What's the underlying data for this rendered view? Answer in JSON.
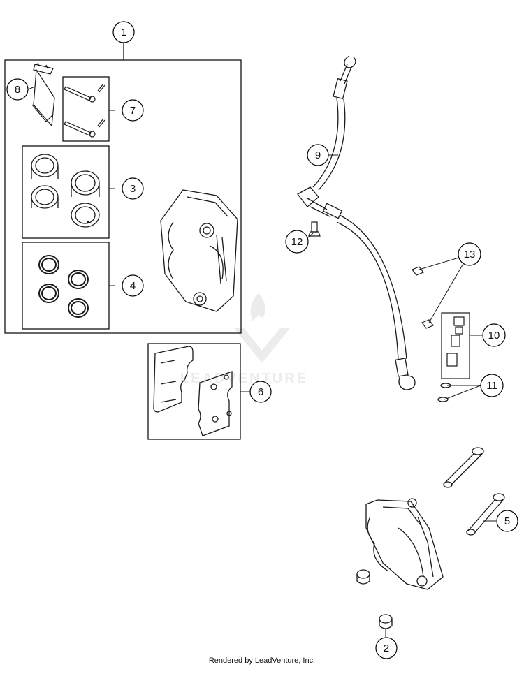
{
  "diagram": {
    "callouts": [
      "1",
      "2",
      "3",
      "4",
      "5",
      "6",
      "7",
      "8",
      "9",
      "10",
      "11",
      "12",
      "13"
    ],
    "footer": "Rendered by LeadVenture, Inc."
  },
  "colors": {
    "line": "#1a1a1a",
    "box": "#000000",
    "watermark": "#e6e6e6",
    "background": "#ffffff"
  }
}
